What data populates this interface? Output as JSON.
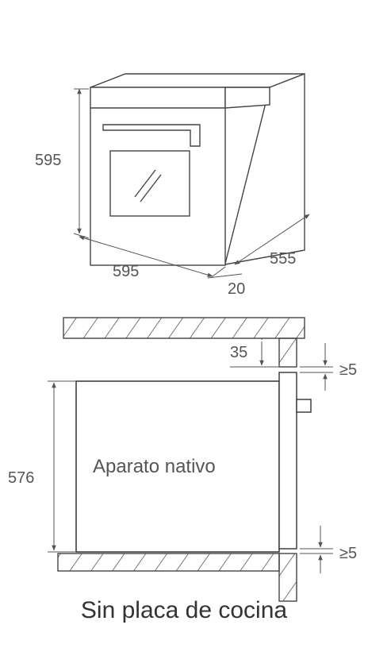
{
  "top_view": {
    "height_label": "595",
    "width_label": "595",
    "depth_label": "555",
    "front_label": "20"
  },
  "install_view": {
    "gap_top_label": "35",
    "clearance_top_label": "≥5",
    "clearance_bottom_label": "≥5",
    "height_label": "576",
    "appliance_label": "Aparato nativo"
  },
  "caption": "Sin placa de cocina"
}
